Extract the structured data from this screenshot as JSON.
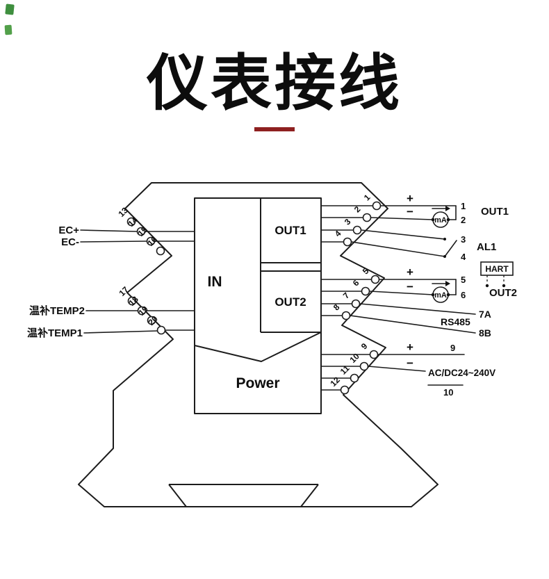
{
  "title": {
    "text": "仪表接线"
  },
  "device": {
    "blocks": {
      "in": "IN",
      "out1": "OUT1",
      "out2": "OUT2",
      "power": "Power"
    },
    "left": {
      "group1_numbers": [
        "13",
        "14",
        "15",
        "16"
      ],
      "group2_numbers": [
        "17",
        "18",
        "19",
        "20"
      ],
      "ec_plus": "EC+",
      "ec_minus": "EC-",
      "temp2": "温补TEMP2",
      "temp1": "温补TEMP1"
    },
    "right": {
      "group1_numbers": [
        "1",
        "2",
        "3",
        "4"
      ],
      "group2_numbers": [
        "5",
        "6",
        "7",
        "8"
      ],
      "group3_numbers": [
        "9",
        "10",
        "11",
        "12"
      ]
    }
  },
  "external": {
    "out1": {
      "plus": "+",
      "minus": "−",
      "meter": "mA",
      "term1": "1",
      "term2": "2",
      "label": "OUT1"
    },
    "al1": {
      "term3": "3",
      "term4": "4",
      "label": "AL1"
    },
    "out2": {
      "plus": "+",
      "minus": "−",
      "meter": "mA",
      "term5": "5",
      "term6": "6",
      "label": "OUT2",
      "hart": "HART"
    },
    "rs485": {
      "term7": "7A",
      "term8": "8B",
      "label": "RS485"
    },
    "power": {
      "plus": "+",
      "minus": "−",
      "term9": "9",
      "term10": "10",
      "label": "AC/DC24~240V"
    }
  },
  "colors": {
    "line": "#1c1c1c",
    "underline_red": "#8e2020",
    "artifact_green": "#3f8f3f",
    "text": "#0d0d0d"
  }
}
